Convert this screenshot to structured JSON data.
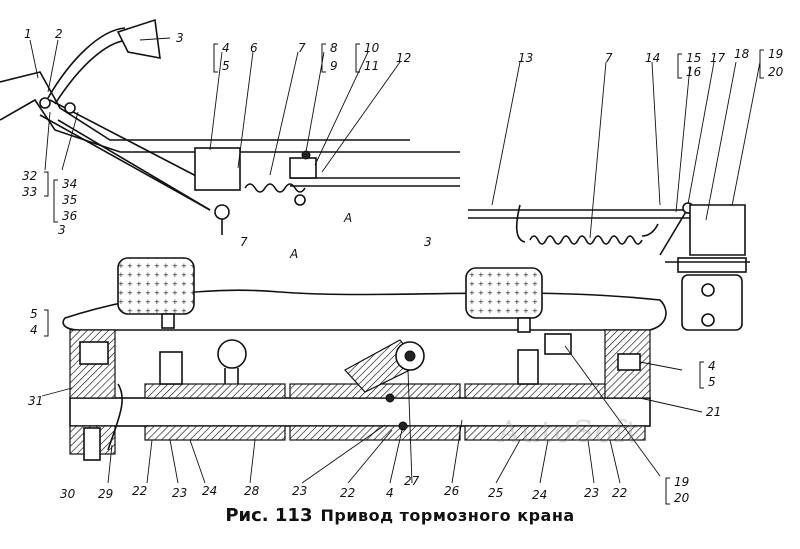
{
  "figure": {
    "caption_number": "Рис. 113",
    "caption_text": "Привод тормозного крана",
    "watermark": "AutoSoft",
    "section_marks": [
      "А",
      "А"
    ],
    "labels": {
      "l1": "1",
      "l2": "2",
      "l3a": "3",
      "l3b": "3",
      "l3c": "3",
      "l4a": "4",
      "l5a": "5",
      "l6": "6",
      "l7a": "7",
      "l7b": "7",
      "l7c": "7",
      "l8": "8",
      "l9": "9",
      "l10": "10",
      "l11": "11",
      "l12": "12",
      "l13": "13",
      "l14": "14",
      "l15": "15",
      "l16": "16",
      "l17": "17",
      "l18": "18",
      "l19a": "19",
      "l20a": "20",
      "l32": "32",
      "l33": "33",
      "l34": "34",
      "l35": "35",
      "l36": "36",
      "l5b": "5",
      "l4b": "4",
      "l31": "31",
      "l30": "30",
      "l29": "29",
      "l22a": "22",
      "l23a": "23",
      "l24a": "24",
      "l28": "28",
      "l23b": "23",
      "l22b": "22",
      "l4c": "4",
      "l27": "27",
      "l26": "26",
      "l25": "25",
      "l24b": "24",
      "l23c": "23",
      "l22c": "22",
      "l4d": "4",
      "l5c": "5",
      "l21": "21",
      "l19b": "19",
      "l20b": "20"
    }
  }
}
